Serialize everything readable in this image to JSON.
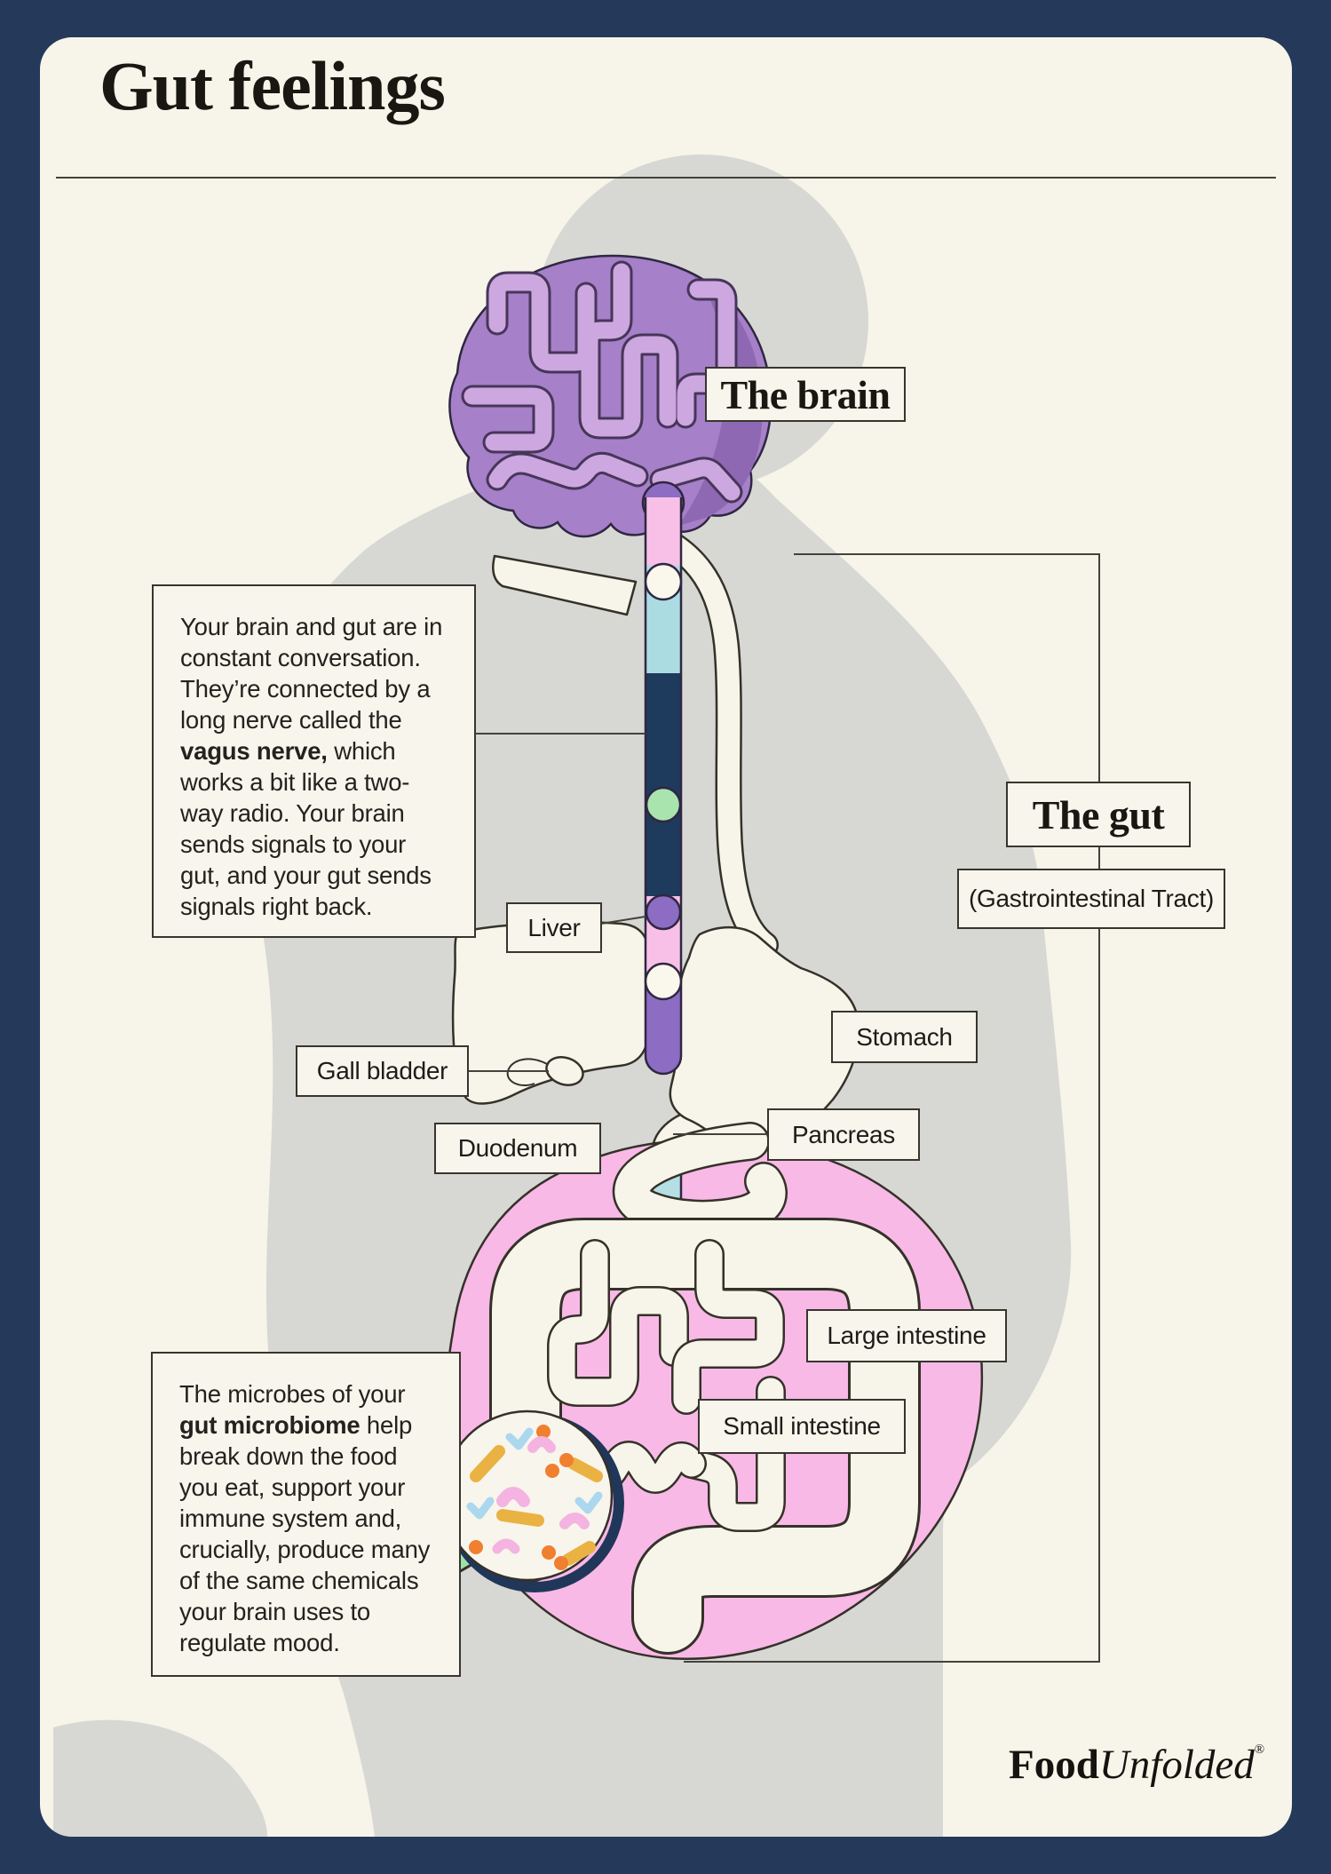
{
  "header": {
    "title": "Gut feelings"
  },
  "sections": {
    "brain": "The brain",
    "gut": "The gut",
    "gut_subtitle": "(Gastrointestinal Tract)"
  },
  "organs": {
    "liver": "Liver",
    "gall_bladder": "Gall bladder",
    "duodenum": "Duodenum",
    "stomach": "Stomach",
    "pancreas": "Pancreas",
    "large_intestine": "Large intestine",
    "small_intestine": "Small intestine"
  },
  "callouts": {
    "vagus": {
      "pre": "Your brain and gut are in constant conversation. They’re connected by a long nerve called the ",
      "bold": "vagus nerve,",
      "post": " which works a bit like a two-way radio. Your brain sends signals to your gut, and your gut sends signals right back."
    },
    "microbiome": {
      "pre": "The microbes of your ",
      "bold": "gut microbiome",
      "post": " help break down the food you eat, support your immune system and, crucially, produce many of the same chemicals your brain uses to regulate mood."
    }
  },
  "footer": {
    "brand_bold": "Food",
    "brand_italic": "Unfolded",
    "brand_mark": "®"
  },
  "colors": {
    "frame_navy": "#25395a",
    "card_cream": "#f7f4e9",
    "silhouette_gray": "#d7d8d4",
    "brain_purple": "#a680c8",
    "brain_fold": "#cda7e0",
    "nerve_pink": "#f9c0e7",
    "nerve_blue": "#abdce2",
    "nerve_navy": "#1e3a5c",
    "nerve_green": "#a9e4af",
    "nerve_purple": "#8d6cc4",
    "gut_pink": "#f8b9e6",
    "handle_mint": "#9fe2a8",
    "microbe_orange": "#f07f2f",
    "microbe_gold": "#eab243",
    "microbe_pink": "#f4b3e0",
    "microbe_blue": "#abd7ef"
  }
}
